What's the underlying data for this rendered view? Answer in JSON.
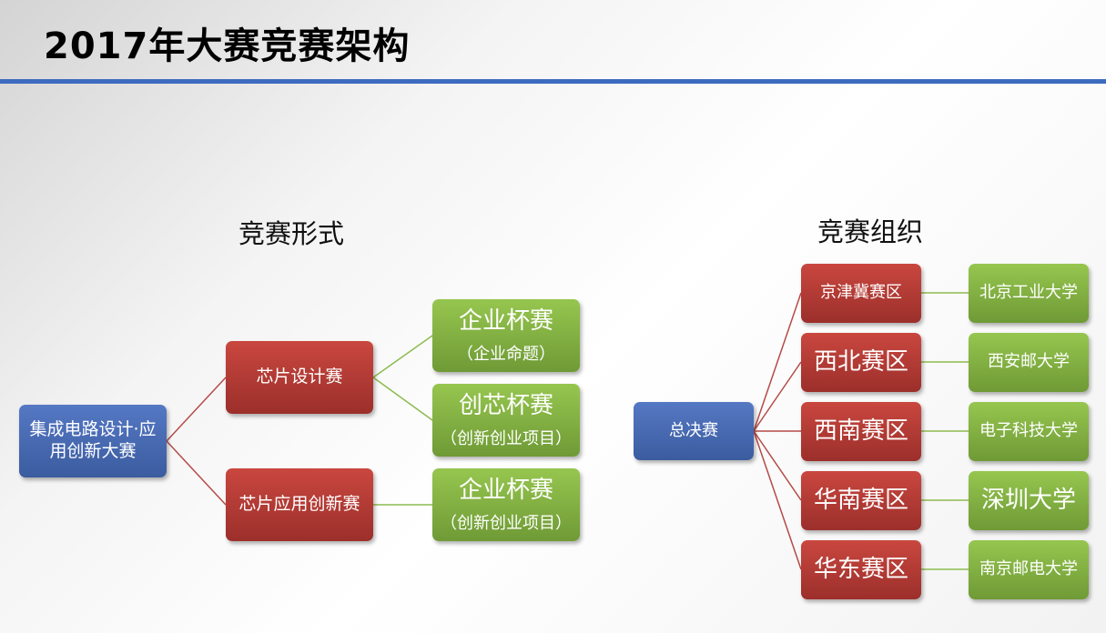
{
  "title": "2017年大赛竞赛架构",
  "left": {
    "heading": "竞赛形式",
    "root": "集成电路设计·应用创新大赛",
    "tracks": [
      {
        "label": "芯片设计赛",
        "cups": [
          {
            "name": "企业杯赛",
            "note": "（企业命题）"
          },
          {
            "name": "创芯杯赛",
            "note": "（创新创业项目）"
          }
        ]
      },
      {
        "label": "芯片应用创新赛",
        "cups": [
          {
            "name": "企业杯赛",
            "note": "（创新创业项目）"
          }
        ]
      }
    ]
  },
  "right": {
    "heading": "竞赛组织",
    "root": "总决赛",
    "regions": [
      {
        "name": "京津冀赛区",
        "host": "北京工业大学"
      },
      {
        "name": "西北赛区",
        "host": "西安邮大学"
      },
      {
        "name": "西南赛区",
        "host": "电子科技大学"
      },
      {
        "name": "华南赛区",
        "host": "深圳大学"
      },
      {
        "name": "华东赛区",
        "host": "南京邮电大学"
      }
    ]
  },
  "colors": {
    "blue": "#4a6cb5",
    "red": "#b83c36",
    "green": "#86b545",
    "rule": "#3d6bbf"
  }
}
